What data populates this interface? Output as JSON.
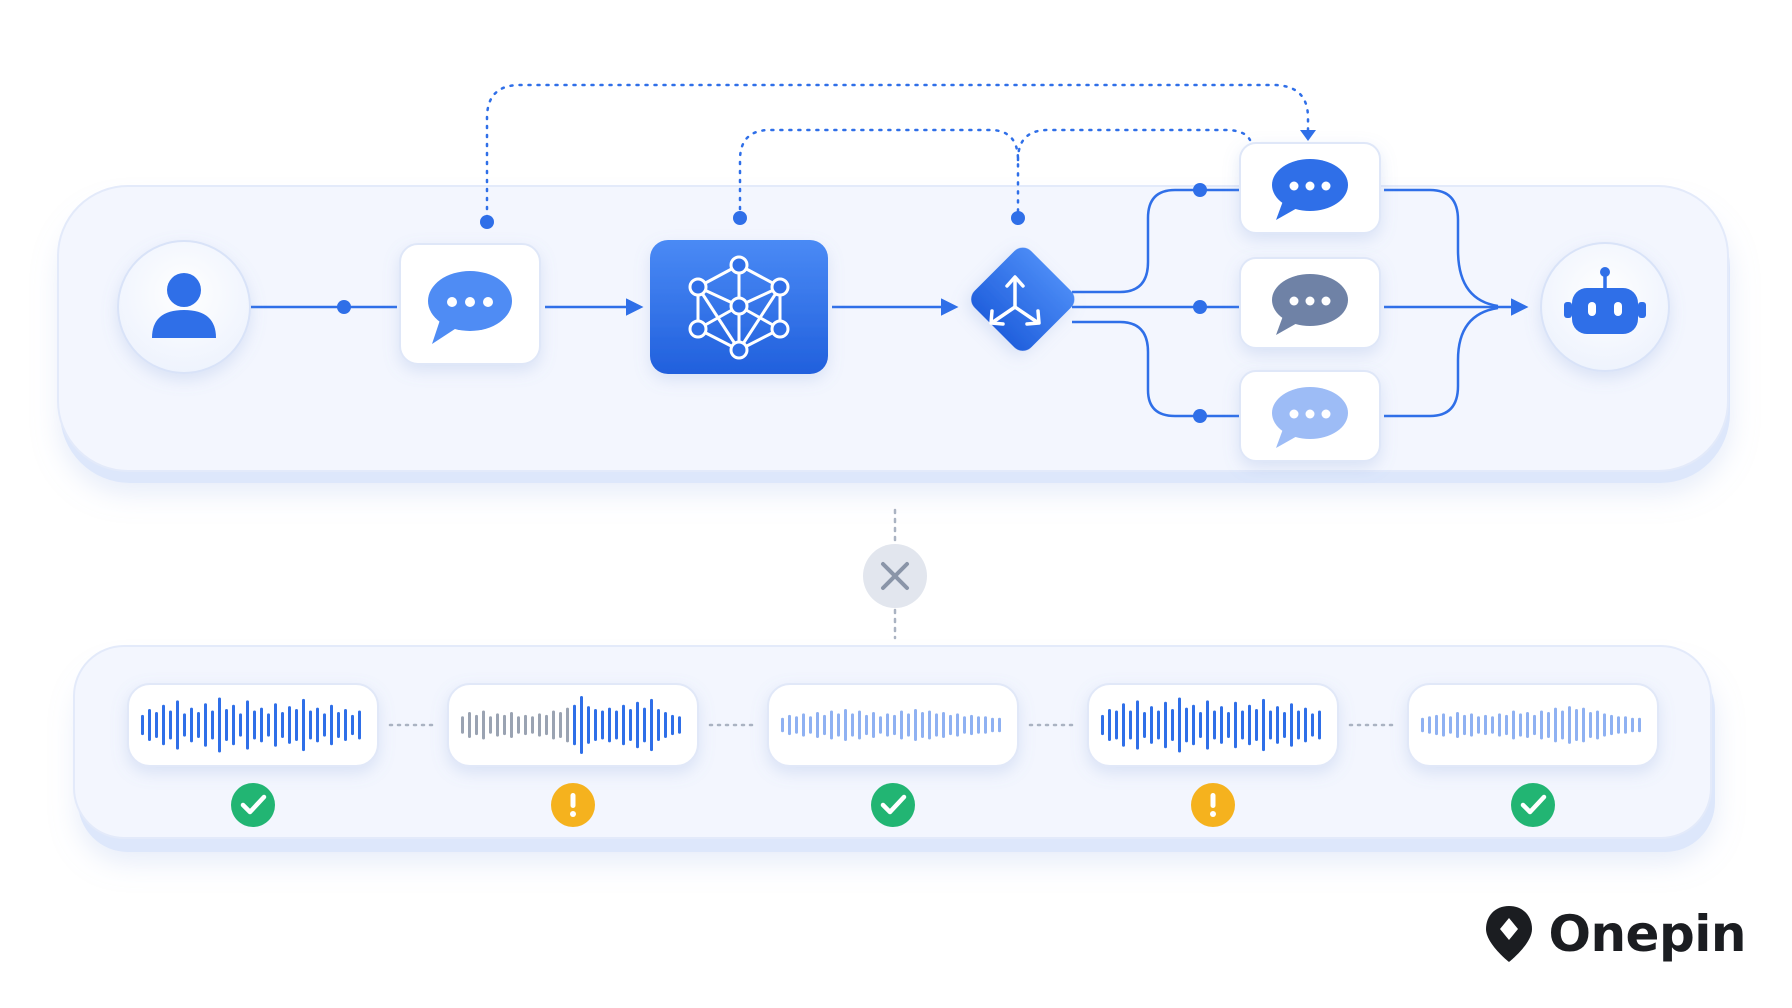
{
  "colors": {
    "primary": "#2f6fe8",
    "primary_light": "#8fb1f2",
    "muted_blue": "#6f82a6",
    "panel": "#eef3fd",
    "ok": "#22b573",
    "warn": "#f5b21e",
    "neutral": "#aab3c2"
  },
  "pipeline": {
    "nodes": [
      {
        "name": "user-node",
        "icon": "user-icon"
      },
      {
        "name": "message-node",
        "icon": "chat-bubble-icon"
      },
      {
        "name": "neural-network-node",
        "icon": "neural-network-icon"
      },
      {
        "name": "router-node",
        "icon": "split-arrows-icon"
      },
      {
        "name": "response-option-primary",
        "icon": "chat-bubble-icon",
        "style": "primary"
      },
      {
        "name": "response-option-muted",
        "icon": "chat-bubble-icon",
        "style": "muted"
      },
      {
        "name": "response-option-light",
        "icon": "chat-bubble-icon",
        "style": "light"
      },
      {
        "name": "bot-node",
        "icon": "robot-icon"
      }
    ],
    "separator_icon": "close-x-icon"
  },
  "audio_track": {
    "segments": [
      {
        "intensity": "strong",
        "status": "ok",
        "status_icon": "check-icon"
      },
      {
        "intensity": "mixed",
        "status": "warning",
        "status_icon": "exclamation-icon"
      },
      {
        "intensity": "faint",
        "status": "ok",
        "status_icon": "check-icon"
      },
      {
        "intensity": "strong",
        "status": "warning",
        "status_icon": "exclamation-icon"
      },
      {
        "intensity": "faint",
        "status": "ok",
        "status_icon": "check-icon"
      }
    ]
  },
  "brand": {
    "name": "Onepin",
    "logo_icon": "location-pin-icon"
  }
}
